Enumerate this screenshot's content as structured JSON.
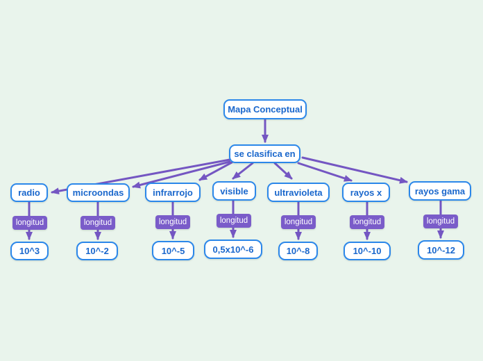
{
  "root": {
    "label": "Mapa Conceptual"
  },
  "classifier": {
    "label": "se clasifica en"
  },
  "relation_label": "longitud",
  "branches": [
    {
      "name": "radio",
      "value": "10^3"
    },
    {
      "name": "microondas",
      "value": "10^-2"
    },
    {
      "name": "infrarrojo",
      "value": "10^-5"
    },
    {
      "name": "visible",
      "value": "0,5x10^-6"
    },
    {
      "name": "ultravioleta",
      "value": "10^-8"
    },
    {
      "name": "rayos x",
      "value": "10^-10"
    },
    {
      "name": "rayos gama",
      "value": "10^-12"
    }
  ],
  "colors": {
    "background": "#e9f4ec",
    "node_fill": "#ffffff",
    "node_border": "#2b87ea",
    "node_text": "#1a67cc",
    "relation_fill": "#7a5cc9",
    "relation_text": "#ffffff",
    "connector": "#7456c2"
  }
}
